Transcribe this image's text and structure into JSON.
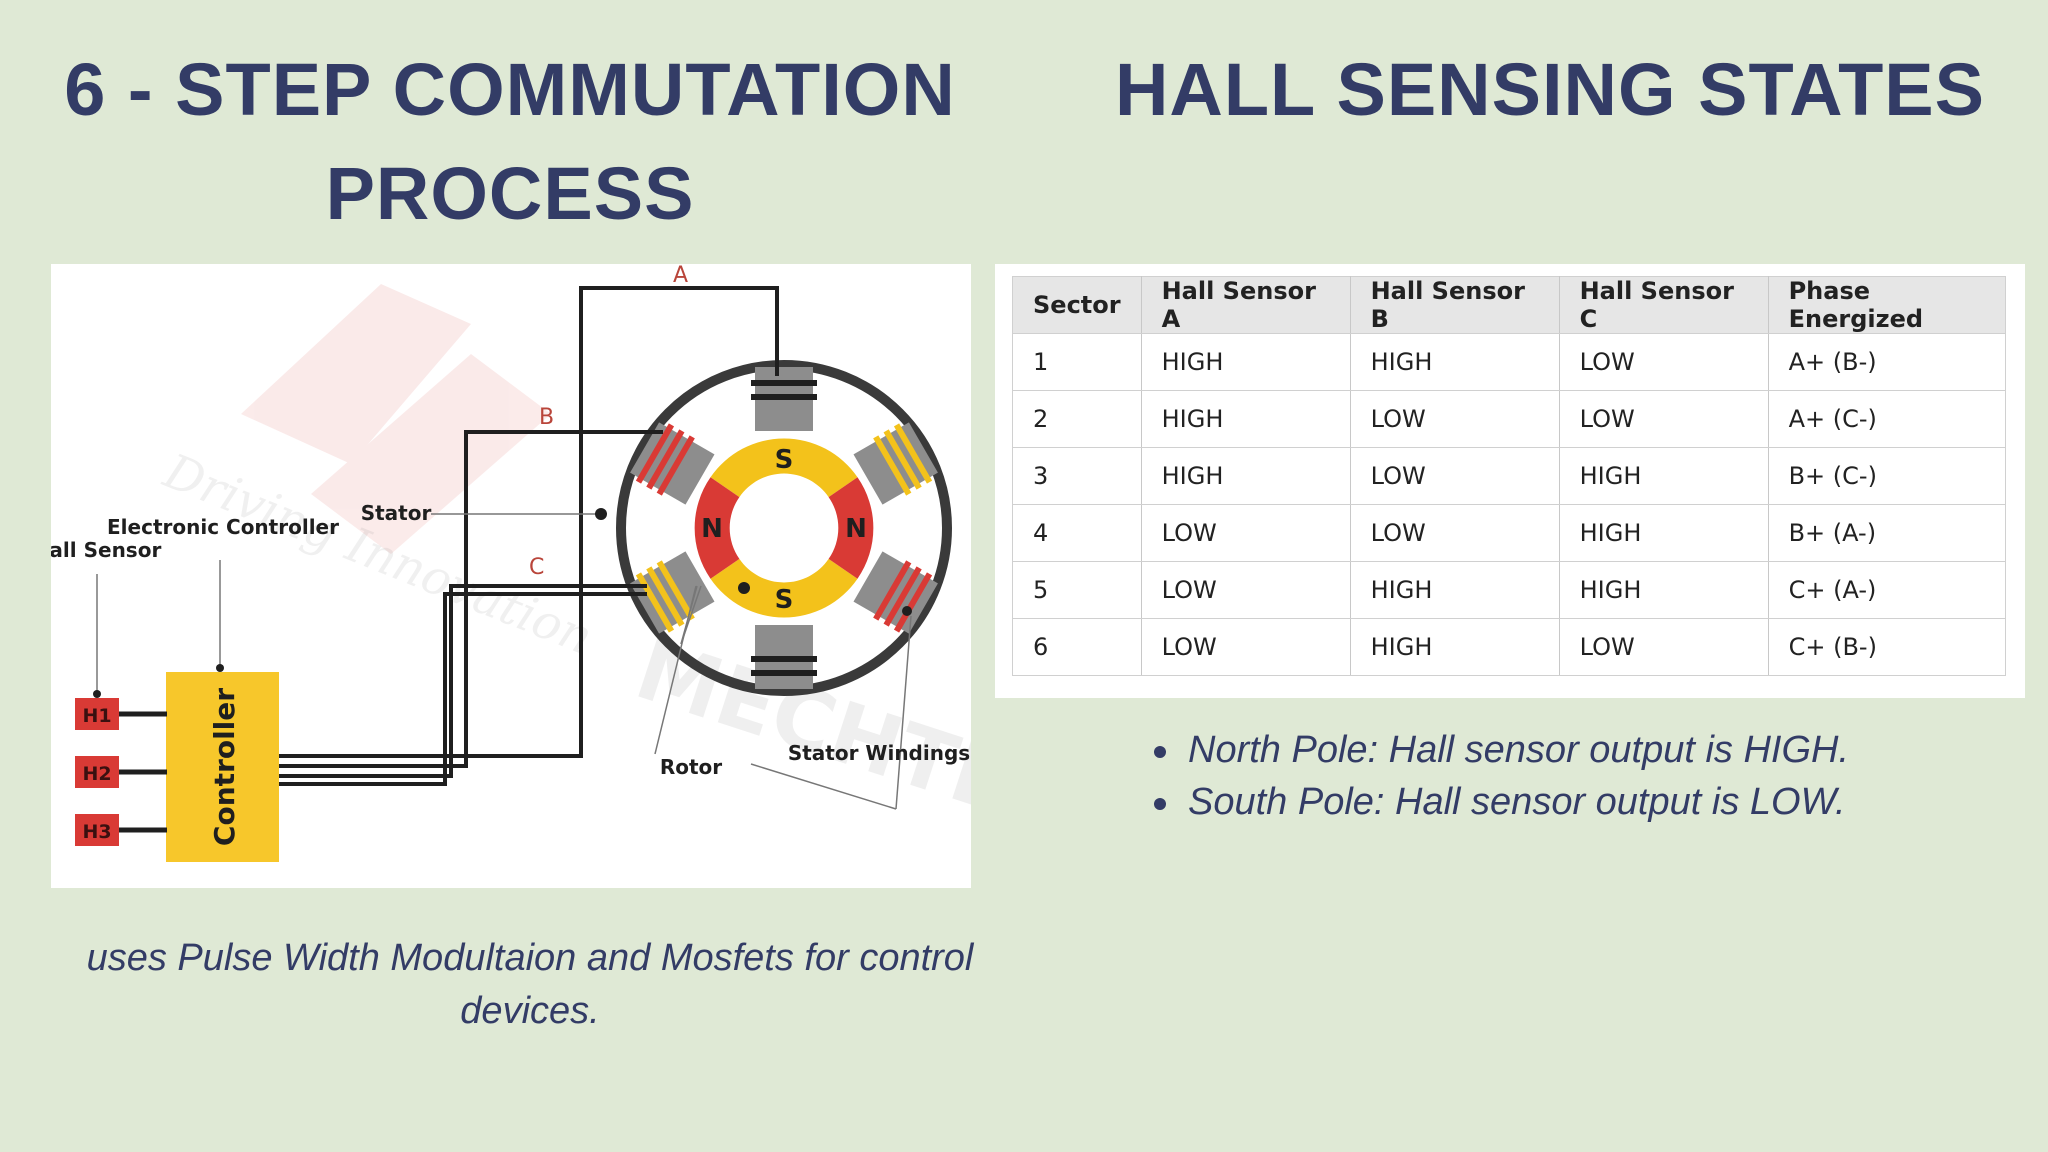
{
  "left_title": "6 - STEP COMMUTATION PROCESS",
  "right_title": "HALL SENSING STATES",
  "diagram": {
    "phase_labels": [
      "A",
      "B",
      "C"
    ],
    "labels": {
      "hall_sensor": "Hall Sensor",
      "electronic_controller": "Electronic Controller",
      "stator": "Stator",
      "rotor": "Rotor",
      "stator_windings": "Stator Windings",
      "controller": "Controller"
    },
    "sensors": [
      "H1",
      "H2",
      "H3"
    ],
    "poles": {
      "north": "N",
      "south": "S"
    },
    "watermark": {
      "name": "MECHTEX",
      "tagline": "Driving Innovation"
    },
    "colors": {
      "pole_red": "#d93a35",
      "pole_yellow": "#f3c21b",
      "wire_red": "#b9453a",
      "controller": "#f7c72b"
    }
  },
  "table": {
    "headers": [
      "Sector",
      "Hall Sensor A",
      "Hall Sensor B",
      "Hall Sensor C",
      "Phase Energized"
    ],
    "rows": [
      [
        "1",
        "HIGH",
        "HIGH",
        "LOW",
        "A+ (B-)"
      ],
      [
        "2",
        "HIGH",
        "LOW",
        "LOW",
        "A+ (C-)"
      ],
      [
        "3",
        "HIGH",
        "LOW",
        "HIGH",
        "B+ (C-)"
      ],
      [
        "4",
        "LOW",
        "LOW",
        "HIGH",
        "B+ (A-)"
      ],
      [
        "5",
        "LOW",
        "HIGH",
        "HIGH",
        "C+ (A-)"
      ],
      [
        "6",
        "LOW",
        "HIGH",
        "LOW",
        "C+ (B-)"
      ]
    ]
  },
  "bullets": [
    "North Pole: Hall sensor output is HIGH.",
    "South Pole: Hall sensor output is LOW."
  ],
  "caption": "uses Pulse Width Modultaion and Mosfets for control devices.",
  "colors": {
    "background": "#dfe9d5",
    "title": "#333c66"
  }
}
